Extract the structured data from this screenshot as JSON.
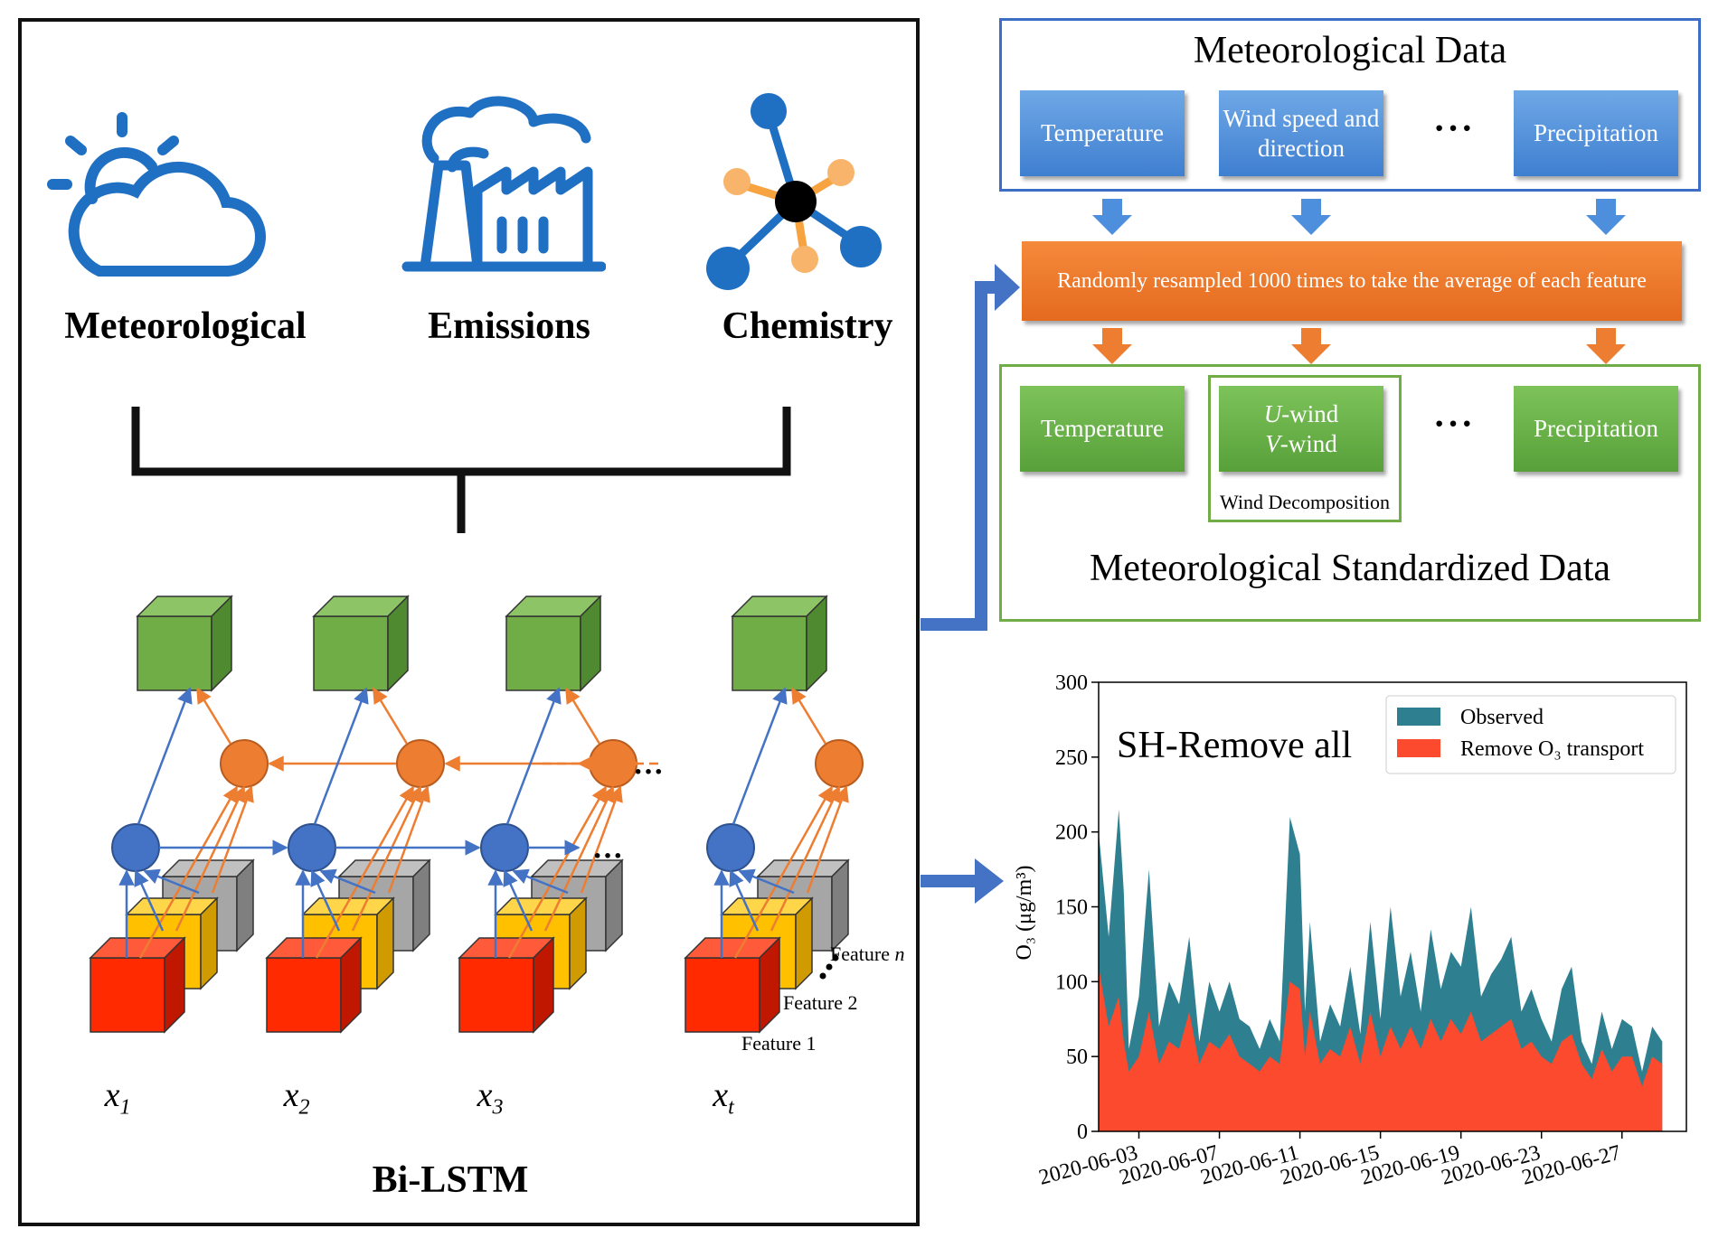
{
  "left_panel": {
    "categories": [
      {
        "label": "Meteorological",
        "icon": "weather-cloud-sun-icon"
      },
      {
        "label": "Emissions",
        "icon": "factory-icon"
      },
      {
        "label": "Chemistry",
        "icon": "molecule-icon"
      }
    ],
    "model_label": "Bi-LSTM",
    "inputs": [
      {
        "var": "x",
        "sub": "1"
      },
      {
        "var": "x",
        "sub": "2"
      },
      {
        "var": "x",
        "sub": "3"
      },
      {
        "var": "x",
        "sub": "t"
      }
    ],
    "feature_labels": {
      "f1": "Feature 1",
      "f2": "Feature 2",
      "fn_prefix": "Feature ",
      "fn_var": "n"
    },
    "ellipsis": "···"
  },
  "met_data": {
    "title": "Meteorological Data",
    "items": [
      "Temperature",
      "Wind speed and direction",
      "Precipitation"
    ],
    "ellipsis": "···"
  },
  "resample": {
    "label": "Randomly resampled 1000 times to take the average of each feature"
  },
  "std_data": {
    "title": "Meteorological Standardized Data",
    "items": [
      "Temperature",
      "Precipitation"
    ],
    "wind_u": "U",
    "wind_u_suffix": "-wind",
    "wind_v": "V",
    "wind_v_suffix": "-wind",
    "wind_decomp_label": "Wind Decomposition",
    "ellipsis": "···"
  },
  "colors": {
    "blue": "#4472c4",
    "orange": "#ed7d31",
    "green": "#70ad47",
    "observed": "#2e8090",
    "removed": "#fb4a2e"
  },
  "chart_data": {
    "type": "area",
    "title": "SH-Remove all",
    "ylabel": "O₃ (μg/m³)",
    "ylim": [
      0,
      300
    ],
    "yticks": [
      0,
      50,
      100,
      150,
      200,
      250,
      300
    ],
    "xlim": [
      "2020-06-01",
      "2020-06-30"
    ],
    "xticks": [
      "2020-06-03",
      "2020-06-07",
      "2020-06-11",
      "2020-06-15",
      "2020-06-19",
      "2020-06-23",
      "2020-06-27"
    ],
    "legend_position": "top-right",
    "series": [
      {
        "name": "Observed",
        "x": [
          "2020-06-01",
          "2020-06-01T12",
          "2020-06-02",
          "2020-06-02T06",
          "2020-06-02T12",
          "2020-06-03",
          "2020-06-03T12",
          "2020-06-04",
          "2020-06-04T12",
          "2020-06-05",
          "2020-06-05T12",
          "2020-06-06",
          "2020-06-06T12",
          "2020-06-07",
          "2020-06-07T12",
          "2020-06-08",
          "2020-06-08T12",
          "2020-06-09",
          "2020-06-09T12",
          "2020-06-10",
          "2020-06-10T12",
          "2020-06-11",
          "2020-06-11T06",
          "2020-06-11T12",
          "2020-06-12",
          "2020-06-12T12",
          "2020-06-13",
          "2020-06-13T12",
          "2020-06-14",
          "2020-06-14T12",
          "2020-06-15",
          "2020-06-15T12",
          "2020-06-16",
          "2020-06-16T12",
          "2020-06-17",
          "2020-06-17T12",
          "2020-06-18",
          "2020-06-18T12",
          "2020-06-19",
          "2020-06-19T12",
          "2020-06-20",
          "2020-06-20T12",
          "2020-06-21",
          "2020-06-21T12",
          "2020-06-22",
          "2020-06-22T12",
          "2020-06-23",
          "2020-06-23T12",
          "2020-06-24",
          "2020-06-24T12",
          "2020-06-25",
          "2020-06-25T12",
          "2020-06-26",
          "2020-06-26T12",
          "2020-06-27",
          "2020-06-27T12",
          "2020-06-28",
          "2020-06-28T12",
          "2020-06-29"
        ],
        "values": [
          200,
          130,
          215,
          160,
          55,
          90,
          175,
          70,
          100,
          85,
          130,
          60,
          100,
          80,
          100,
          75,
          70,
          55,
          75,
          60,
          210,
          185,
          80,
          140,
          60,
          85,
          70,
          110,
          65,
          140,
          75,
          150,
          90,
          120,
          80,
          135,
          95,
          120,
          110,
          150,
          90,
          105,
          115,
          130,
          80,
          95,
          75,
          60,
          95,
          110,
          60,
          45,
          80,
          55,
          75,
          70,
          40,
          70,
          60
        ]
      },
      {
        "name": "Remove O₃ transport",
        "x": [
          "2020-06-01",
          "2020-06-01T12",
          "2020-06-02",
          "2020-06-02T06",
          "2020-06-02T12",
          "2020-06-03",
          "2020-06-03T12",
          "2020-06-04",
          "2020-06-04T12",
          "2020-06-05",
          "2020-06-05T12",
          "2020-06-06",
          "2020-06-06T12",
          "2020-06-07",
          "2020-06-07T12",
          "2020-06-08",
          "2020-06-08T12",
          "2020-06-09",
          "2020-06-09T12",
          "2020-06-10",
          "2020-06-10T12",
          "2020-06-11",
          "2020-06-11T06",
          "2020-06-11T12",
          "2020-06-12",
          "2020-06-12T12",
          "2020-06-13",
          "2020-06-13T12",
          "2020-06-14",
          "2020-06-14T12",
          "2020-06-15",
          "2020-06-15T12",
          "2020-06-16",
          "2020-06-16T12",
          "2020-06-17",
          "2020-06-17T12",
          "2020-06-18",
          "2020-06-18T12",
          "2020-06-19",
          "2020-06-19T12",
          "2020-06-20",
          "2020-06-20T12",
          "2020-06-21",
          "2020-06-21T12",
          "2020-06-22",
          "2020-06-22T12",
          "2020-06-23",
          "2020-06-23T12",
          "2020-06-24",
          "2020-06-24T12",
          "2020-06-25",
          "2020-06-25T12",
          "2020-06-26",
          "2020-06-26T12",
          "2020-06-27",
          "2020-06-27T12",
          "2020-06-28",
          "2020-06-28T12",
          "2020-06-29"
        ],
        "values": [
          110,
          70,
          90,
          60,
          40,
          50,
          80,
          45,
          60,
          55,
          80,
          45,
          60,
          55,
          65,
          50,
          45,
          40,
          50,
          45,
          100,
          95,
          50,
          80,
          45,
          55,
          50,
          70,
          45,
          80,
          50,
          70,
          55,
          70,
          55,
          75,
          60,
          75,
          65,
          80,
          60,
          65,
          70,
          75,
          55,
          60,
          50,
          45,
          60,
          65,
          45,
          35,
          55,
          40,
          50,
          50,
          30,
          50,
          45
        ]
      }
    ]
  }
}
